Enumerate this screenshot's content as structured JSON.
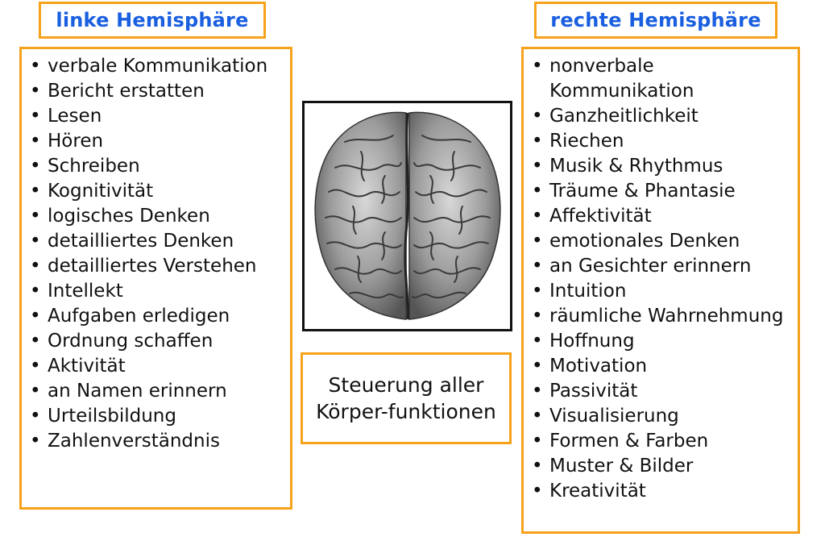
{
  "left": {
    "title": "linke Hemisphäre",
    "items": [
      "verbale Kommunikation",
      "Bericht erstatten",
      "Lesen",
      "Hören",
      "Schreiben",
      "Kognitivität",
      "logisches Denken",
      "detailliertes Denken",
      "detailliertes Verstehen",
      "Intellekt",
      "Aufgaben erledigen",
      "Ordnung schaffen",
      "Aktivität",
      "an Namen erinnern",
      "Urteilsbildung",
      "Zahlenverständnis"
    ]
  },
  "right": {
    "title": "rechte Hemisphäre",
    "items": [
      "nonverbale Kommunikation",
      "Ganzheitlichkeit",
      "Riechen",
      "Musik & Rhythmus",
      "Träume & Phantasie",
      "Affektivität",
      "emotionales Denken",
      "an Gesichter erinnern",
      "Intuition",
      "räumliche Wahrnehmung",
      "Hoffnung",
      "Motivation",
      "Passivität",
      "Visualisierung",
      "Formen & Farben",
      "Muster & Bilder",
      "Kreativität"
    ]
  },
  "center": {
    "text": "Steuerung aller Körper-funktionen"
  },
  "colors": {
    "box_border": "#f7a21b",
    "title_text": "#1a5fe0"
  },
  "icons": {
    "brain": "brain-illustration"
  }
}
